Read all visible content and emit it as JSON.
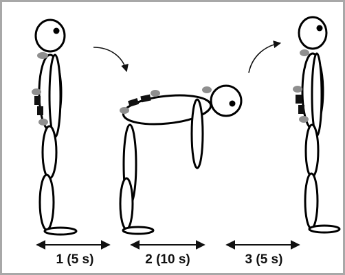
{
  "phases": [
    {
      "label": "1 (5 s)"
    },
    {
      "label": "2 (10 s)"
    },
    {
      "label": "3 (5 s)"
    }
  ],
  "colors": {
    "stroke": "#000000",
    "sensor": "#111111",
    "sensor_marker": "#8f8f8f",
    "frame_border": "#a8a8a8"
  }
}
